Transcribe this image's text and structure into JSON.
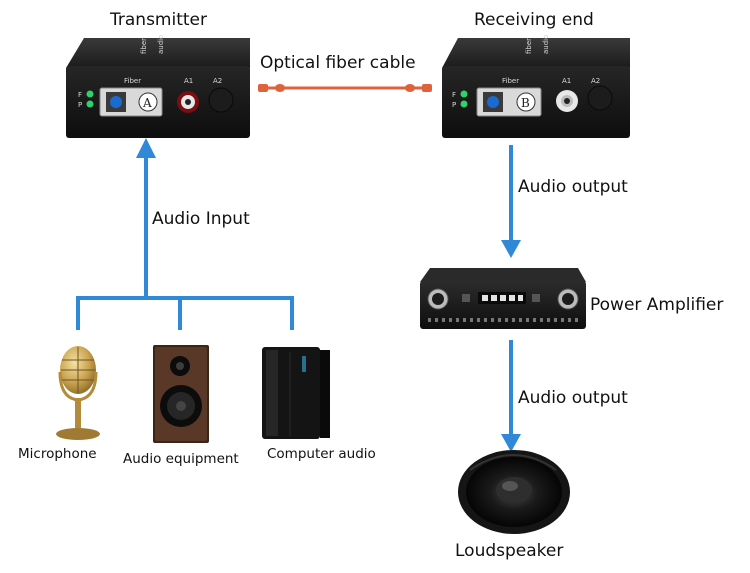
{
  "transmitter": {
    "title": "Transmitter",
    "fiber_label": "Fiber",
    "port_letter": "A",
    "a1_label": "A1",
    "a2_label": "A2",
    "led_f": "F",
    "led_p": "P"
  },
  "receiver": {
    "title": "Receiving end",
    "fiber_label": "Fiber",
    "port_letter": "B",
    "a1_label": "A1",
    "a2_label": "A2",
    "led_f": "F",
    "led_p": "P"
  },
  "cable": {
    "label": "Optical fiber cable",
    "color": "#e0623a"
  },
  "arrow_color": "#2f89d6",
  "audio_input_label": "Audio Input",
  "audio_output_label_1": "Audio output",
  "audio_output_label_2": "Audio output",
  "power_amplifier_label": "Power Amplifier",
  "loudspeaker_label": "Loudspeaker",
  "sources": {
    "microphone": "Microphone",
    "audio_equipment": "Audio equipment",
    "computer_audio": "Computer audio"
  }
}
